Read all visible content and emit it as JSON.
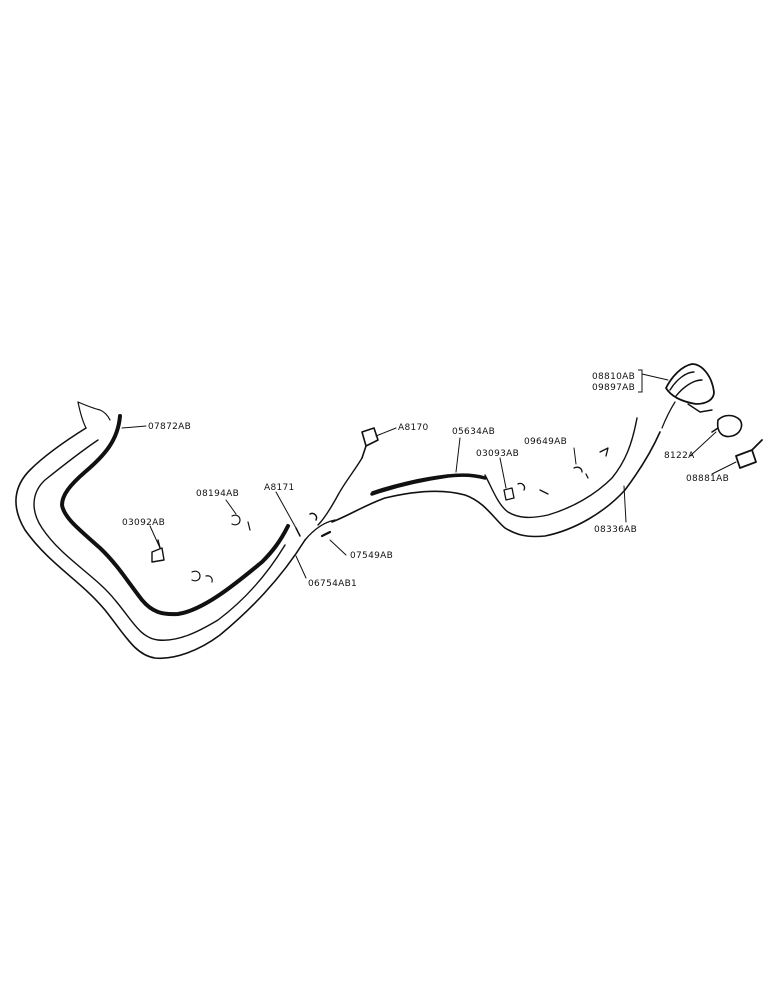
{
  "diagram": {
    "part_labels": {
      "p07872AB": "07872AB",
      "p03092AB": "03092AB",
      "p08194AB": "08194AB",
      "pA8171": "A8171",
      "pA8170": "A8170",
      "p06754AB1": "06754AB1",
      "p07549AB": "07549AB",
      "p05634AB": "05634AB",
      "p03093AB": "03093AB",
      "p09649AB": "09649AB",
      "p08810AB": "08810AB",
      "p09897AB": "09897AB",
      "p8122A": "8122A",
      "p08881AB": "08881AB",
      "p08336AB": "08336AB"
    },
    "colors": {
      "ink": "#111111",
      "paper": "#ffffff"
    }
  }
}
